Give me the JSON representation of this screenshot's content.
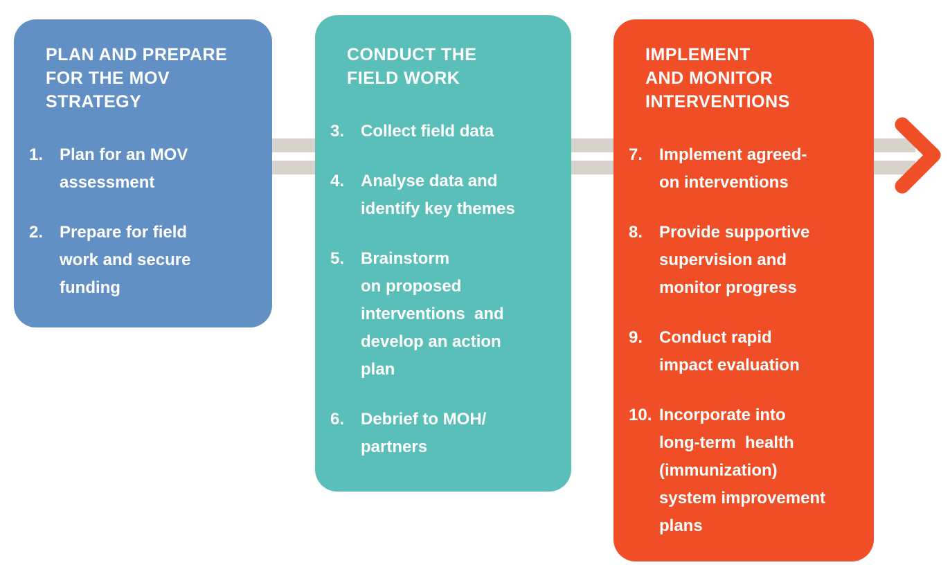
{
  "diagram": {
    "background": "#ffffff",
    "connector_color": "#d7d3ca",
    "arrow_color": "#ef4e26"
  },
  "boxes": [
    {
      "id": "plan-prepare",
      "color": "#6290c4",
      "title": "PLAN AND PREPARE\nFOR THE MOV\nSTRATEGY",
      "items": [
        {
          "num": "1.",
          "text": "Plan for an MOV\nassessment"
        },
        {
          "num": "2.",
          "text": "Prepare for field\nwork and secure\nfunding"
        }
      ]
    },
    {
      "id": "field-work",
      "color": "#5abfb9",
      "title": "CONDUCT THE\nFIELD WORK",
      "items": [
        {
          "num": "3.",
          "text": "Collect field data"
        },
        {
          "num": "4.",
          "text": "Analyse data and\nidentify key themes"
        },
        {
          "num": "5.",
          "text": "Brainstorm\non proposed\ninterventions  and\ndevelop an action\nplan"
        },
        {
          "num": "6.",
          "text": "Debrief to MOH/\npartners"
        }
      ]
    },
    {
      "id": "implement-monitor",
      "color": "#ef4e26",
      "title": "IMPLEMENT\nAND MONITOR\nINTERVENTIONS",
      "items": [
        {
          "num": "7.",
          "text": "Implement agreed-\non interventions"
        },
        {
          "num": "8.",
          "text": "Provide supportive\nsupervision and\nmonitor progress"
        },
        {
          "num": "9.",
          "text": "Conduct rapid\nimpact evaluation"
        },
        {
          "num": "10.",
          "text": "Incorporate into\nlong-term  health\n(immunization)\nsystem improvement\nplans"
        }
      ]
    }
  ]
}
